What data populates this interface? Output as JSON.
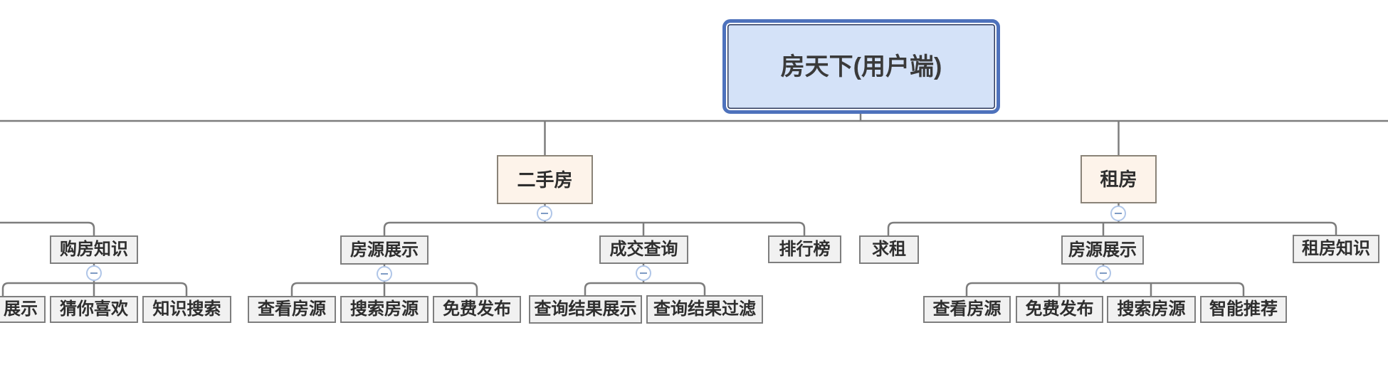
{
  "diagram": {
    "type": "org-chart-mindmap",
    "tree": {
      "label": "房天下(用户端)",
      "children": [
        {
          "label": "",
          "offscreen": true,
          "children": [
            {
              "label": "购房知识",
              "collapsed": false,
              "children": [
                {
                  "label": "展示",
                  "partially_visible": true
                },
                {
                  "label": "猜你喜欢"
                },
                {
                  "label": "知识搜索"
                }
              ]
            }
          ]
        },
        {
          "label": "二手房",
          "collapsed": false,
          "children": [
            {
              "label": "房源展示",
              "collapsed": false,
              "children": [
                {
                  "label": "查看房源"
                },
                {
                  "label": "搜索房源"
                },
                {
                  "label": "免费发布"
                }
              ]
            },
            {
              "label": "成交查询",
              "collapsed": false,
              "children": [
                {
                  "label": "查询结果展示"
                },
                {
                  "label": "查询结果过滤"
                }
              ]
            },
            {
              "label": "排行榜"
            }
          ]
        },
        {
          "label": "租房",
          "collapsed": false,
          "children": [
            {
              "label": "求租"
            },
            {
              "label": "房源展示",
              "collapsed": false,
              "children": [
                {
                  "label": "查看房源"
                },
                {
                  "label": "免费发布"
                },
                {
                  "label": "搜索房源"
                },
                {
                  "label": "智能推荐"
                }
              ]
            },
            {
              "label": "租房知识"
            }
          ]
        }
      ]
    }
  },
  "colors": {
    "connector": "#7d7d7d",
    "root_fill": "#d4e2f8",
    "root_border": "#4e72bc",
    "root_inner_border": "#2e3a5c",
    "branch_fill": "#fdf3ea",
    "branch_border": "#8a8378",
    "leaf_fill": "#f1f1f1",
    "leaf_border": "#7e7e7e",
    "collapse_ring": "#b0c6e8",
    "collapse_minus": "#7e9bc4",
    "text": "#2e2e2e"
  }
}
